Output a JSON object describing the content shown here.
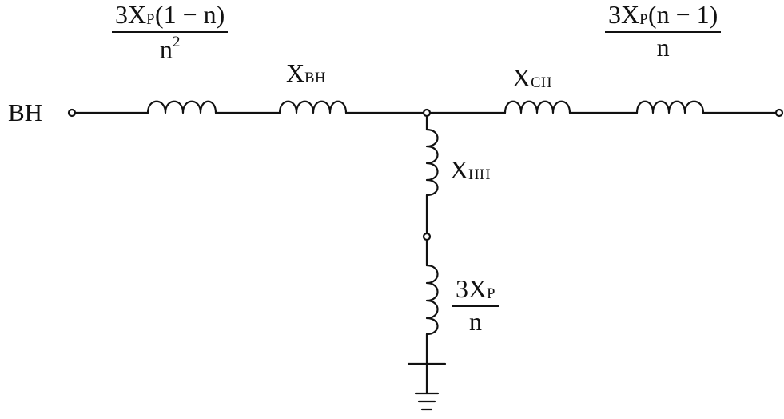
{
  "diagram": {
    "terminal_left": "ВН",
    "label_bh": {
      "main": "X",
      "sub": "ВН"
    },
    "label_ch": {
      "main": "X",
      "sub": "СН"
    },
    "label_hh": {
      "main": "X",
      "sub": "НН"
    },
    "frac_left": {
      "num": {
        "coef": "3X",
        "sub": "P",
        "tail": "(1 − n)"
      },
      "den": {
        "base": "n",
        "sup": "2"
      }
    },
    "frac_right": {
      "num": {
        "coef": "3X",
        "sub": "P",
        "tail": "(n − 1)"
      },
      "den": "n"
    },
    "frac_bottom": {
      "num": {
        "coef": "3X",
        "sub": "P"
      },
      "den": "n"
    }
  },
  "colors": {
    "line": "#111111",
    "background": "#ffffff"
  }
}
